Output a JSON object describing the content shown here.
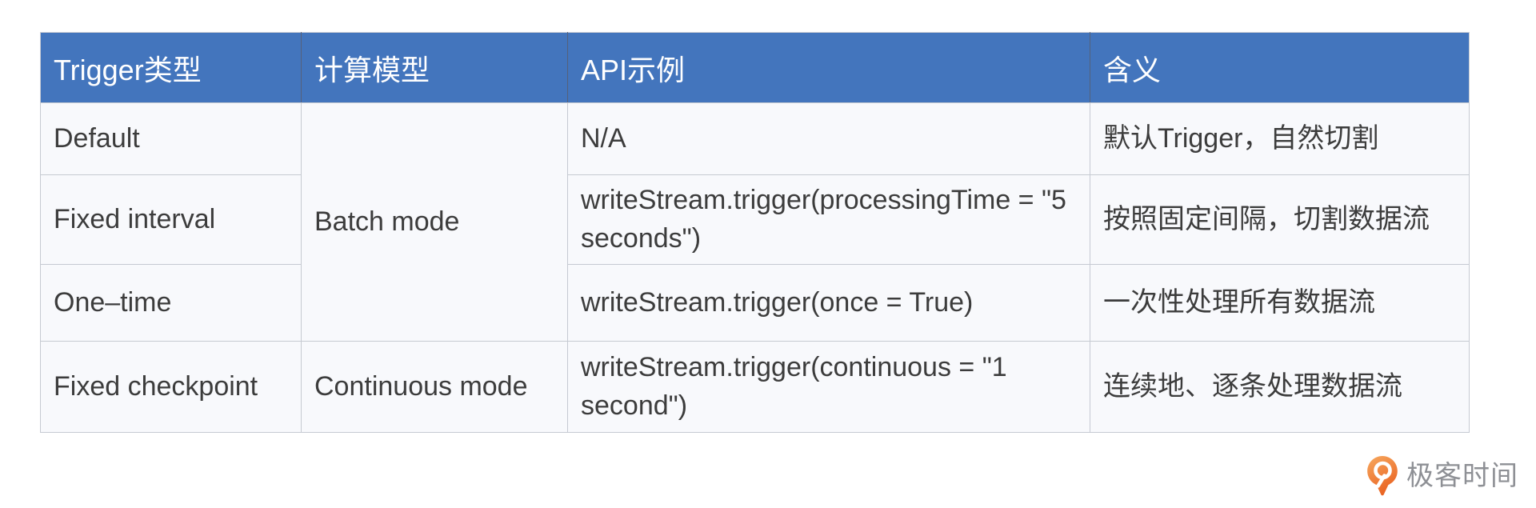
{
  "colors": {
    "header_bg": "#4375BD",
    "header_text": "#FFFFFF",
    "cell_bg": "#F8F9FC",
    "border": "#C6CAD2",
    "header_border": "#55617A",
    "body_text": "#3C3C3C",
    "logo_text": "#8E9095",
    "logo_orange_light": "#F6A55C",
    "logo_orange_dark": "#E9601F"
  },
  "table": {
    "headers": [
      "Trigger类型",
      "计算模型",
      "API示例",
      "含义"
    ],
    "rows": [
      {
        "trigger": "Default",
        "model": "Batch mode",
        "api": "N/A",
        "meaning": "默认Trigger，自然切割"
      },
      {
        "trigger": "Fixed interval",
        "api": "writeStream.trigger(processingTime = \"5 seconds\")",
        "meaning": "按照固定间隔，切割数据流"
      },
      {
        "trigger": "One–time",
        "api": "writeStream.trigger(once = True)",
        "meaning": "一次性处理所有数据流"
      },
      {
        "trigger": "Fixed checkpoint",
        "model": "Continuous mode",
        "api": "writeStream.trigger(continuous = \"1 second\")",
        "meaning": "连续地、逐条处理数据流"
      }
    ]
  },
  "logo": {
    "text": "极客时间",
    "icon": "geektime-pin-q-icon"
  }
}
